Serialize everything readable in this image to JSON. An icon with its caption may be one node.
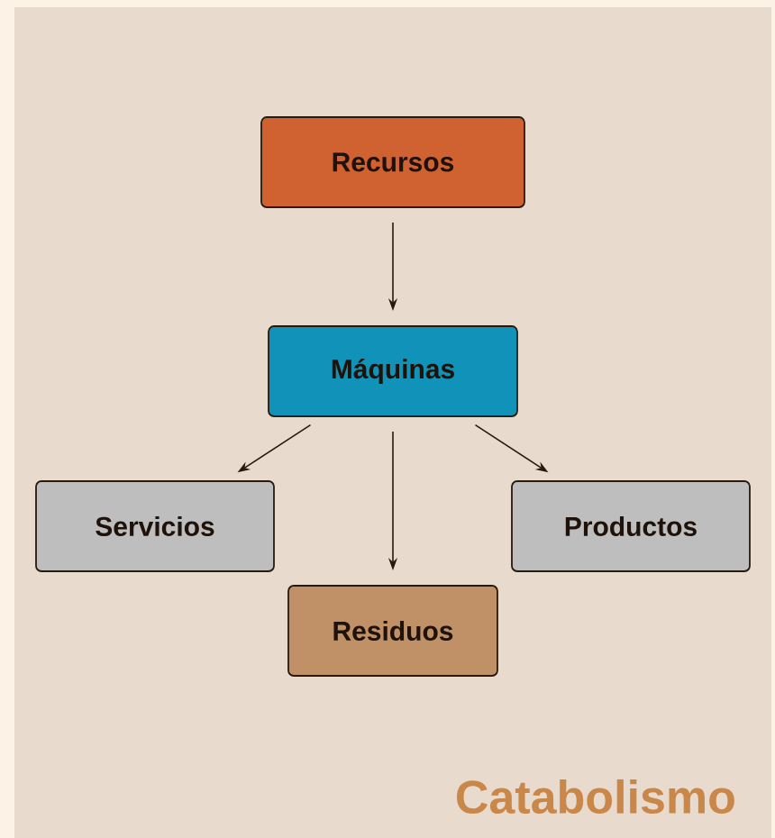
{
  "diagram": {
    "title": "Catabolismo",
    "nodes": [
      {
        "text": [
          "Recursos"
        ]
      },
      {
        "text": [
          "Máquinas"
        ]
      },
      {
        "text": [
          "Servicios"
        ]
      },
      {
        "text": [
          "Residuos"
        ]
      },
      {
        "text": [
          "Productos"
        ]
      }
    ],
    "edges": [
      {
        "from": 0,
        "to": 1,
        "arrow": "to"
      },
      {
        "from": 1,
        "to": 2,
        "arrow": "to"
      },
      {
        "from": 1,
        "to": 3,
        "arrow": "to"
      },
      {
        "from": 1,
        "to": 4,
        "arrow": "to"
      }
    ]
  }
}
